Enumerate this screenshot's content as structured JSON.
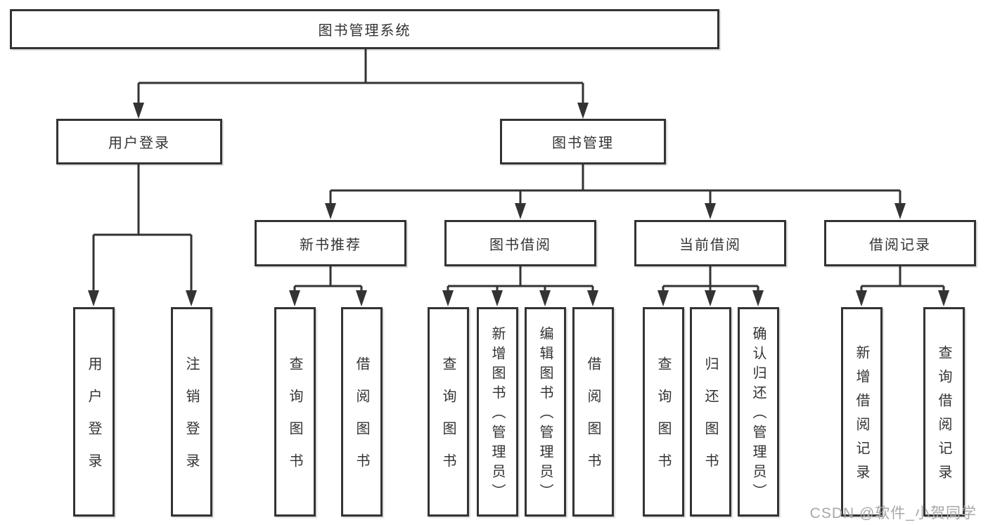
{
  "diagram": {
    "root": {
      "label": "图书管理系统"
    },
    "level2": [
      {
        "label": "用户登录",
        "parent": "图书管理系统"
      },
      {
        "label": "图书管理",
        "parent": "图书管理系统"
      }
    ],
    "level3": [
      {
        "label": "新书推荐",
        "parent": "图书管理"
      },
      {
        "label": "图书借阅",
        "parent": "图书管理"
      },
      {
        "label": "当前借阅",
        "parent": "图书管理"
      },
      {
        "label": "借阅记录",
        "parent": "图书管理"
      }
    ],
    "leaves": [
      {
        "label": "用户登录",
        "parent": "用户登录"
      },
      {
        "label": "注销登录",
        "parent": "用户登录"
      },
      {
        "label": "查询图书",
        "parent": "新书推荐"
      },
      {
        "label": "借阅图书",
        "parent": "新书推荐"
      },
      {
        "label": "查询图书",
        "parent": "图书借阅"
      },
      {
        "label": "新增图书（管理员）",
        "parent": "图书借阅"
      },
      {
        "label": "编辑图书（管理员）",
        "parent": "图书借阅"
      },
      {
        "label": "借阅图书",
        "parent": "图书借阅"
      },
      {
        "label": "查询图书",
        "parent": "当前借阅"
      },
      {
        "label": "归还图书",
        "parent": "当前借阅"
      },
      {
        "label": "确认归还（管理员）",
        "parent": "当前借阅"
      },
      {
        "label": "新增借阅记录",
        "parent": "借阅记录"
      },
      {
        "label": "查询借阅记录",
        "parent": "借阅记录"
      }
    ]
  },
  "watermark": "CSDN @软件_小贺同学",
  "colors": {
    "line": "#333333",
    "text": "#333333",
    "box_background": "#ffffff",
    "watermark": "#a8a8a8",
    "background": "#ffffff"
  }
}
